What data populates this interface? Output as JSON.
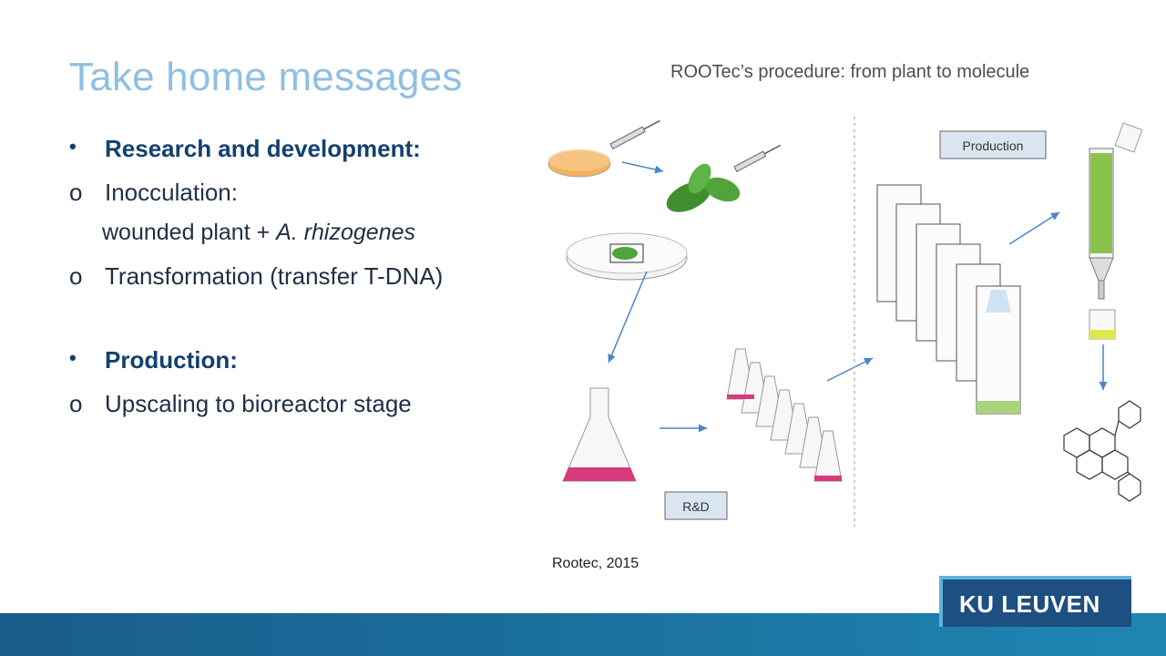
{
  "slide": {
    "title": "Take home messages",
    "bullets": [
      {
        "marker": "•",
        "text": "Research and development:"
      },
      {
        "marker": "o",
        "text": "Inocculation:"
      },
      {
        "text_plain": "wounded plant + ",
        "text_italic": "A. rhizogenes"
      },
      {
        "marker": "o",
        "text": "Transformation (transfer T-DNA)"
      },
      {
        "marker": "•",
        "text": "Production:"
      },
      {
        "marker": "o",
        "text": "Upscaling to bioreactor stage"
      }
    ],
    "figure_title": "ROOTec’s procedure: from plant to molecule",
    "figure_labels": {
      "production": "Production",
      "rnd": "R&D"
    },
    "caption": "Rootec, 2015",
    "logo": "KU LEUVEN"
  }
}
